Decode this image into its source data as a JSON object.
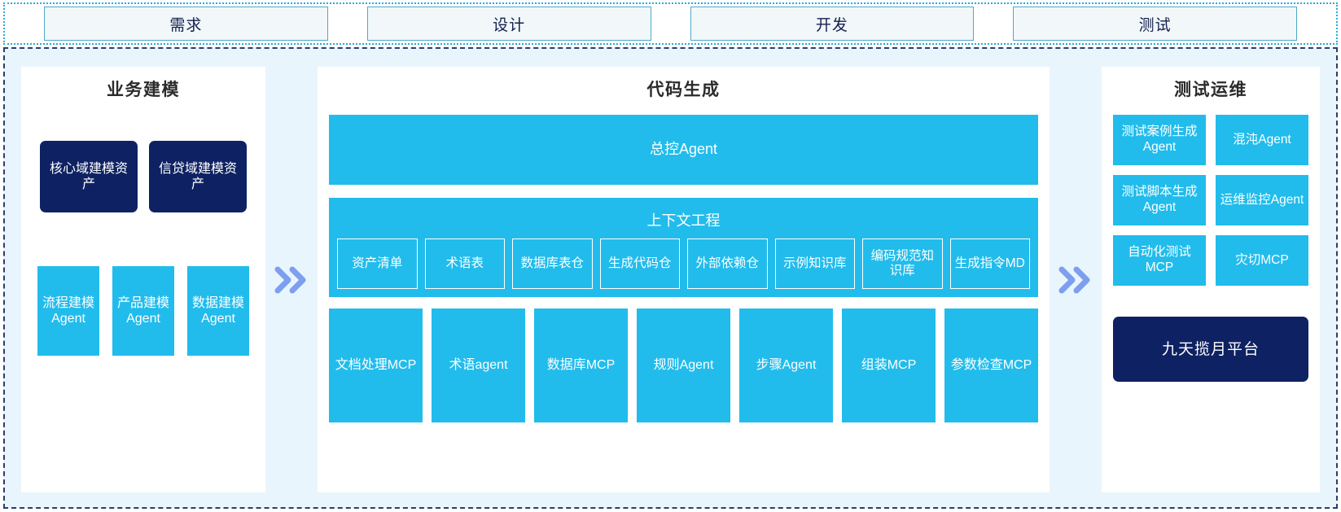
{
  "stages": {
    "items": [
      {
        "label": "需求"
      },
      {
        "label": "设计"
      },
      {
        "label": "开发"
      },
      {
        "label": "测试"
      }
    ]
  },
  "colors": {
    "cyan": "#21BCEC",
    "navy": "#0E2263",
    "chevron": "#7E9FEE",
    "panel_bg": "#FFFFFF",
    "canvas_bg": "#E9F5FD",
    "stage_box_bg": "#F2F7FA",
    "stage_box_border": "#4FA8C8",
    "stage_text": "#13204E",
    "title_text": "#2B2B2B"
  },
  "left_panel": {
    "title": "业务建模",
    "assets": [
      {
        "label": "核心域建模资产"
      },
      {
        "label": "信贷域建模资产"
      }
    ],
    "agents": [
      {
        "label": "流程建模Agent"
      },
      {
        "label": "产品建模Agent"
      },
      {
        "label": "数据建模Agent"
      }
    ]
  },
  "center_panel": {
    "title": "代码生成",
    "control_agent": {
      "label": "总控Agent"
    },
    "context_engineering": {
      "title": "上下文工程",
      "items": [
        {
          "label": "资产清单"
        },
        {
          "label": "术语表"
        },
        {
          "label": "数据库表仓"
        },
        {
          "label": "生成代码仓"
        },
        {
          "label": "外部依赖仓"
        },
        {
          "label": "示例知识库"
        },
        {
          "label": "编码规范知识库"
        },
        {
          "label": "生成指令MD"
        }
      ]
    },
    "tools": [
      {
        "label": "文档处理MCP"
      },
      {
        "label": "术语agent"
      },
      {
        "label": "数据库MCP"
      },
      {
        "label": "规则Agent"
      },
      {
        "label": "步骤Agent"
      },
      {
        "label": "组装MCP"
      },
      {
        "label": "参数检查MCP"
      }
    ]
  },
  "right_panel": {
    "title": "测试运维",
    "agents": [
      {
        "label": "测试案例生成Agent"
      },
      {
        "label": "混沌Agent"
      },
      {
        "label": "测试脚本生成Agent"
      },
      {
        "label": "运维监控Agent"
      },
      {
        "label": "自动化测试MCP"
      },
      {
        "label": "灾切MCP"
      }
    ],
    "platform": {
      "label": "九天揽月平台"
    }
  },
  "separators": {
    "icon": "double-chevron-right"
  }
}
